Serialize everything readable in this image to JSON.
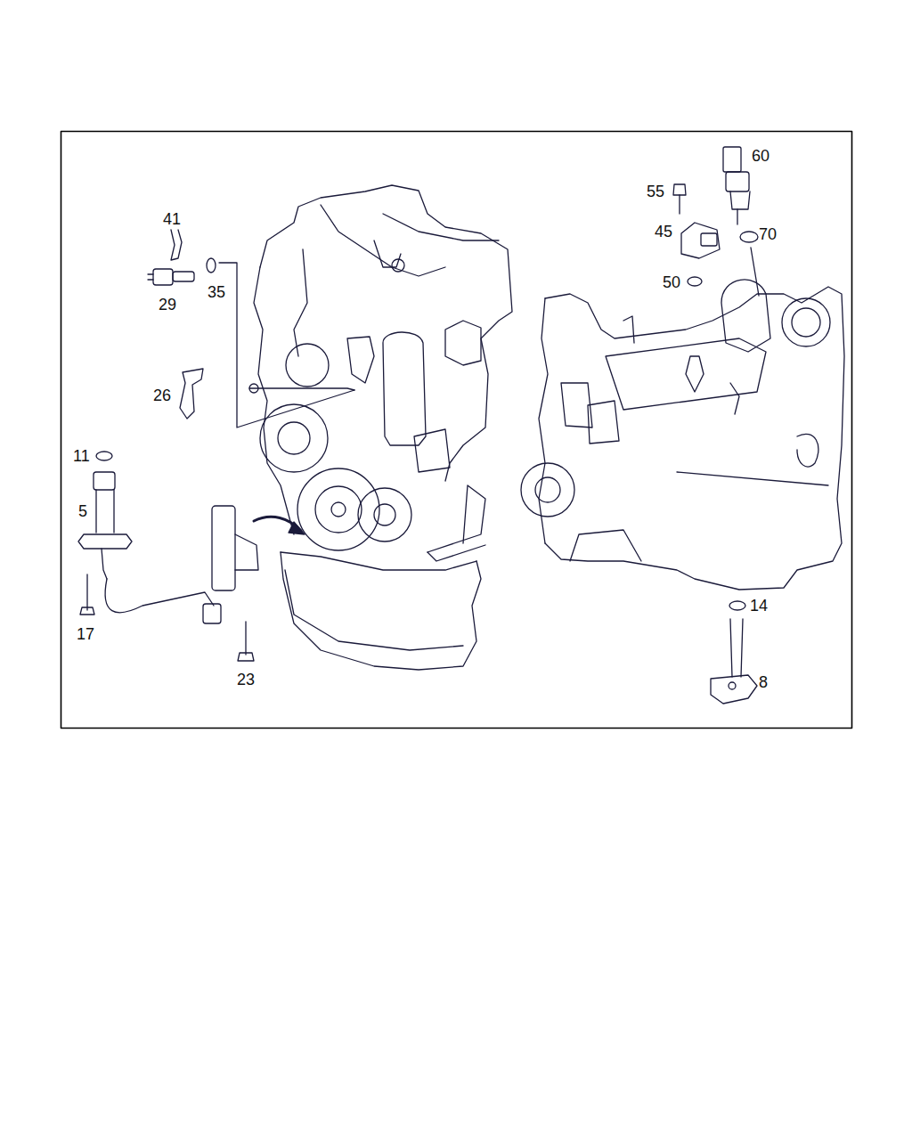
{
  "diagram": {
    "labels": [
      "41",
      "29",
      "35",
      "26",
      "11",
      "5",
      "17",
      "23",
      "55",
      "60",
      "45",
      "70",
      "50",
      "14",
      "8"
    ]
  }
}
